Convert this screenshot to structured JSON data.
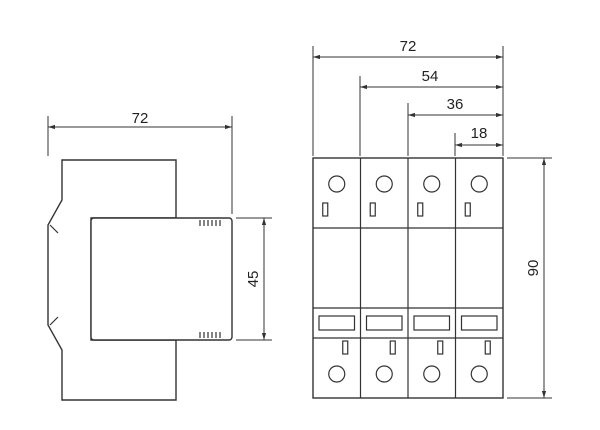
{
  "side_view": {
    "width_label": "72",
    "height_label": "45"
  },
  "front_view": {
    "widths": [
      {
        "label": "72"
      },
      {
        "label": "54"
      },
      {
        "label": "36"
      },
      {
        "label": "18"
      }
    ],
    "height_label": "90",
    "pole_count": 4
  },
  "colors": {
    "line": "#333333",
    "background": "#ffffff"
  }
}
